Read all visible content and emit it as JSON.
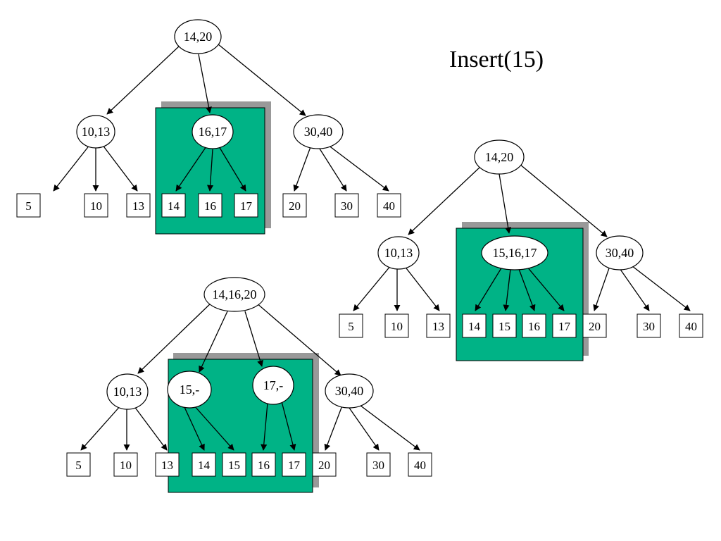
{
  "title": "Insert(15)",
  "colors": {
    "highlight_fill": "#00b386",
    "highlight_shadow": "#999999",
    "node_fill": "#ffffff",
    "stroke": "#000000"
  },
  "trees": [
    {
      "name": "before-split",
      "internal_nodes": [
        {
          "id": "root",
          "label": "14,20"
        },
        {
          "id": "left",
          "label": "10,13"
        },
        {
          "id": "mid",
          "label": "16,17"
        },
        {
          "id": "right",
          "label": "30,40"
        }
      ],
      "leaves": [
        "5",
        "10",
        "13",
        "14",
        "16",
        "17",
        "20",
        "30",
        "40"
      ]
    },
    {
      "name": "overflow",
      "internal_nodes": [
        {
          "id": "root",
          "label": "14,20"
        },
        {
          "id": "left",
          "label": "10,13"
        },
        {
          "id": "mid",
          "label": "15,16,17"
        },
        {
          "id": "right",
          "label": "30,40"
        }
      ],
      "leaves": [
        "5",
        "10",
        "13",
        "14",
        "15",
        "16",
        "17",
        "20",
        "30",
        "40"
      ]
    },
    {
      "name": "after-split",
      "internal_nodes": [
        {
          "id": "root",
          "label": "14,16,20"
        },
        {
          "id": "left",
          "label": "10,13"
        },
        {
          "id": "mid1",
          "label": "15,-"
        },
        {
          "id": "mid2",
          "label": "17,-"
        },
        {
          "id": "right",
          "label": "30,40"
        }
      ],
      "leaves": [
        "5",
        "10",
        "13",
        "14",
        "15",
        "16",
        "17",
        "20",
        "30",
        "40"
      ]
    }
  ]
}
